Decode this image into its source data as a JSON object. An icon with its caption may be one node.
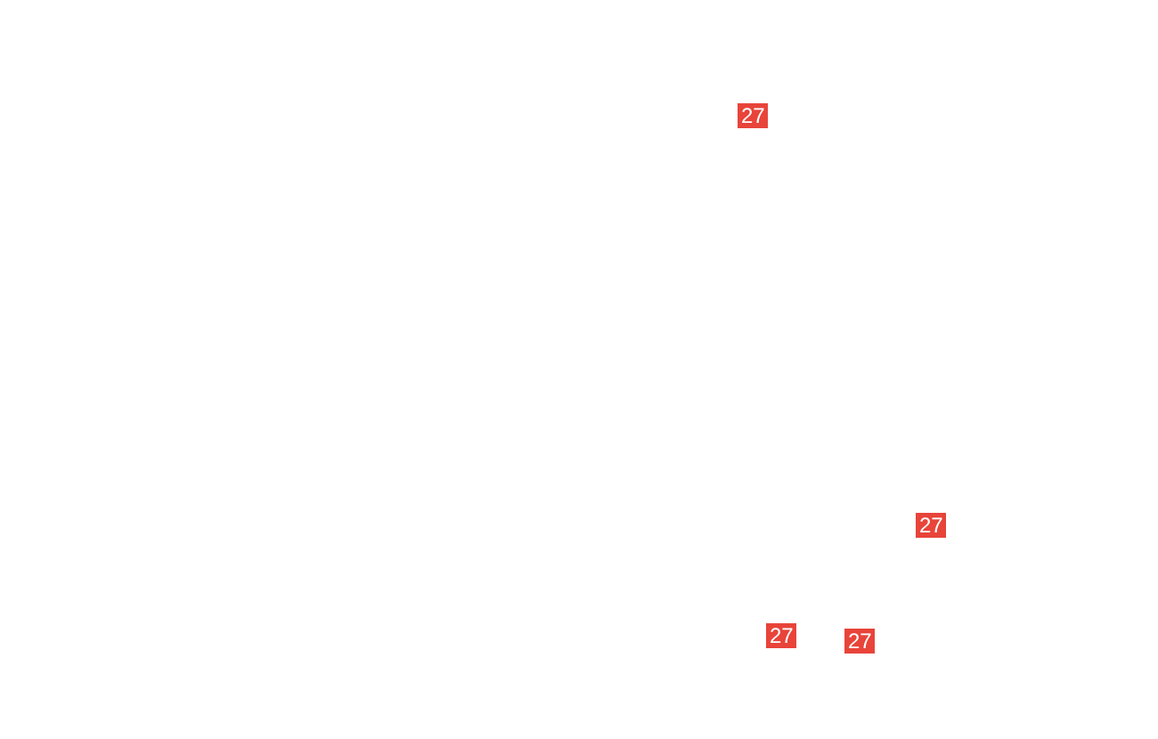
{
  "diagram": {
    "labels": [
      "27",
      "27",
      "27",
      "27"
    ]
  }
}
